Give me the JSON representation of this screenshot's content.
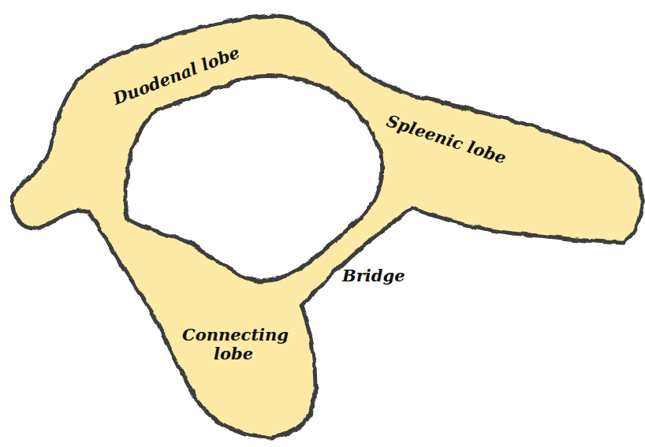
{
  "diagram": {
    "labels": [
      "Duodenal lobe",
      "Spleenic lobe",
      "Bridge",
      "Connecting lobe"
    ]
  }
}
